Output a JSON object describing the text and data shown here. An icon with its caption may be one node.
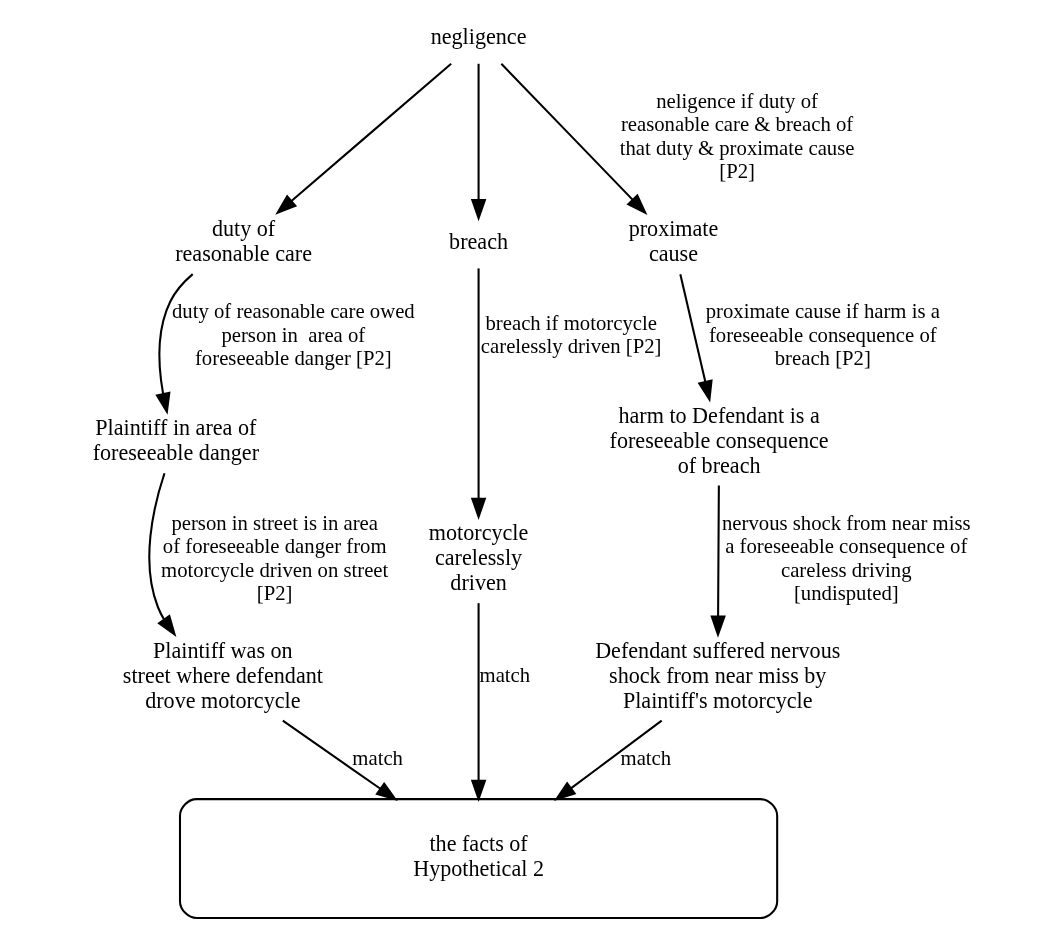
{
  "diagram": {
    "nodes": [
      {
        "text": [
          "negligence"
        ]
      },
      {
        "text": [
          "duty of reasonable care"
        ]
      },
      {
        "text": [
          "breach"
        ]
      },
      {
        "text": [
          "proximate cause"
        ]
      },
      {
        "text": [
          "Plaintiff in area of foreseeable danger"
        ]
      },
      {
        "text": [
          "motorcycle carelessly driven"
        ]
      },
      {
        "text": [
          "harm to Defendant is a foreseeable consequence of breach"
        ]
      },
      {
        "text": [
          "Plaintiff was on street where defendant drove motorcycle"
        ]
      },
      {
        "text": [
          "Defendant suffered nervous shock from near miss by Plaintiff's motorcycle"
        ]
      },
      {
        "text": [
          "the facts of Hypothetical 2"
        ]
      }
    ],
    "edges": [
      {
        "from": 0,
        "to": 1,
        "arrow": "to"
      },
      {
        "from": 0,
        "to": 2,
        "arrow": "to"
      },
      {
        "from": 0,
        "to": 3,
        "arrow": "to",
        "label": "neligence if duty of reasonable care & breach of that duty & proximate cause [P2]"
      },
      {
        "from": 1,
        "to": 4,
        "arrow": "to",
        "label": "duty of reasonable care owed person in  area of foreseeable danger [P2]"
      },
      {
        "from": 2,
        "to": 5,
        "arrow": "to",
        "label": "breach if motorcycle carelessly driven [P2]"
      },
      {
        "from": 3,
        "to": 6,
        "arrow": "to",
        "label": "proximate cause if harm is a foreseeable consequence of breach [P2]"
      },
      {
        "from": 4,
        "to": 7,
        "arrow": "to",
        "label": "person in street is in area of foreseeable danger from motorcycle driven on street [P2]"
      },
      {
        "from": 6,
        "to": 8,
        "arrow": "to",
        "label": "nervous shock from near miss a foreseeable consequence of careless driving [undisputed]"
      },
      {
        "from": 7,
        "to": 9,
        "arrow": "to",
        "label": "match"
      },
      {
        "from": 5,
        "to": 9,
        "arrow": "to",
        "label": "match"
      },
      {
        "from": 8,
        "to": 9,
        "arrow": "to",
        "label": "match"
      }
    ]
  }
}
